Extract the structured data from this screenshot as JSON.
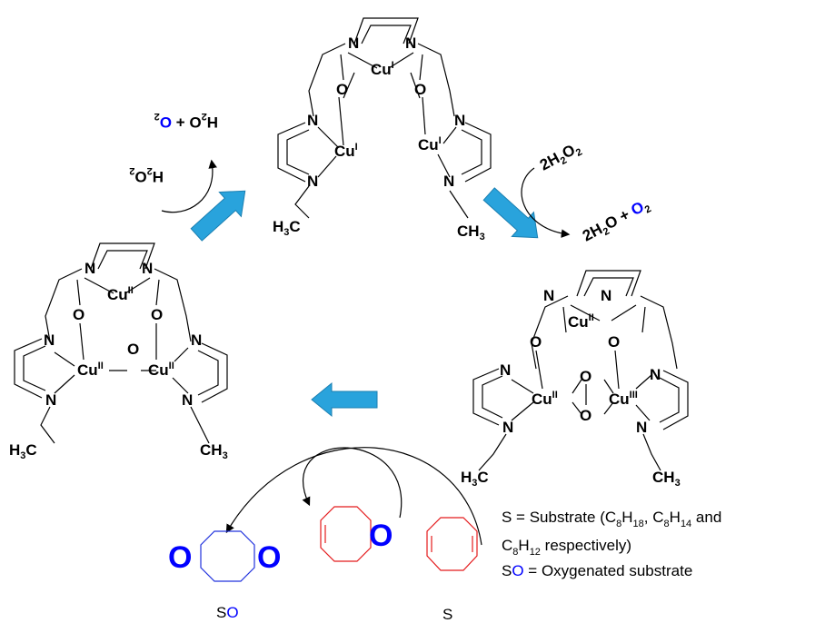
{
  "reagents": {
    "top_left_in": "H2O2",
    "top_left_out_h2o": "H2O + ",
    "top_left_out_o2": "O2",
    "right_in": "2H2O2",
    "right_out_h2o": "2H2O + ",
    "right_out_o2": "O2"
  },
  "atoms": {
    "N": "N",
    "O": "O",
    "Cu": "Cu",
    "H3C": "H3C",
    "CH3": "CH3",
    "ox_I": "I",
    "ox_II": "II",
    "ox_III": "III"
  },
  "legend": {
    "line1_prefix": "S = Substrate (C",
    "line1_mid": ", C",
    "line1_mid2": " and",
    "line2_prefix": "C",
    "line2_suffix": " respectively)",
    "line3_s": "S",
    "line3_o": "O",
    "line3_rest": " = Oxygenated substrate",
    "sub8": "8",
    "sub18": "18",
    "sub14": "14",
    "sub12": "12"
  },
  "labels": {
    "so_s": "S",
    "so_o": "O",
    "s": "S",
    "epoxide_o": "O"
  },
  "colors": {
    "arrow_blue": "#29a3dc",
    "oxygen_blue": "#0000ff",
    "substrate_red": "#e41a1c",
    "product_blue": "#2233dd"
  }
}
